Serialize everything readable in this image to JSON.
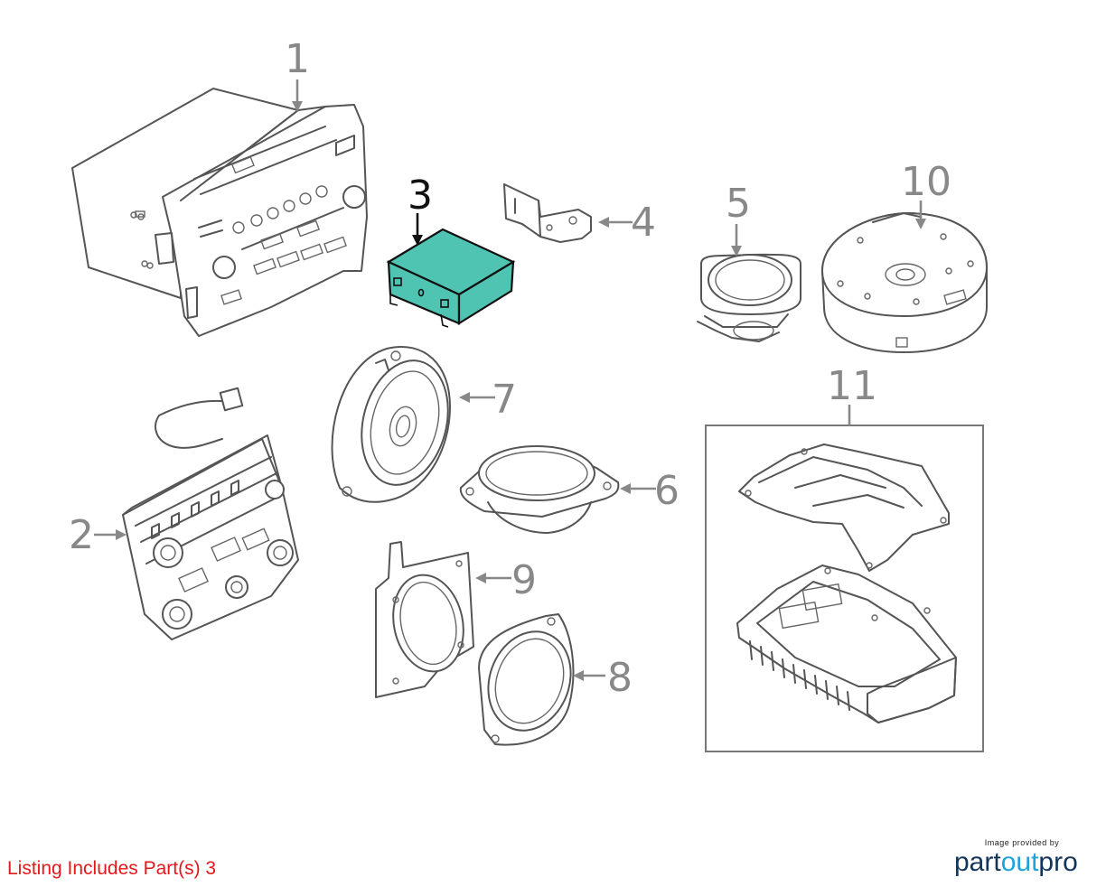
{
  "callouts": {
    "c1": "1",
    "c2": "2",
    "c3": "3",
    "c4": "4",
    "c5": "5",
    "c6": "6",
    "c7": "7",
    "c8": "8",
    "c9": "9",
    "c10": "10",
    "c11": "11"
  },
  "highlight_color": "#4fc4b2",
  "listing_text": "Listing Includes Part(s) 3",
  "brand": {
    "small": "Image provided by",
    "part1": "part",
    "part2": "out",
    "part3": "pro"
  }
}
